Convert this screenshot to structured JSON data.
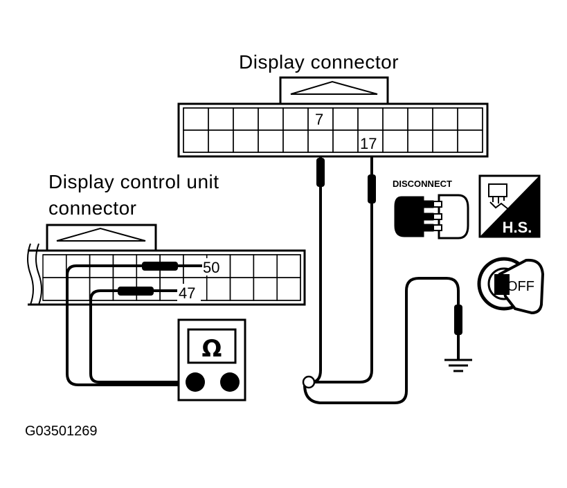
{
  "labels": {
    "display_connector": "Display connector",
    "control_unit_line1": "Display control unit",
    "control_unit_line2": "connector",
    "figure_id": "G03501269"
  },
  "pins": {
    "display_a": "7",
    "display_b": "17",
    "unit_a": "50",
    "unit_b": "47"
  },
  "meter": {
    "symbol": "Ω"
  },
  "badges": {
    "disconnect": "DISCONNECT",
    "hs": "H.S.",
    "ignition": "OFF"
  },
  "colors": {
    "ink": "#000000",
    "paper": "#ffffff"
  }
}
